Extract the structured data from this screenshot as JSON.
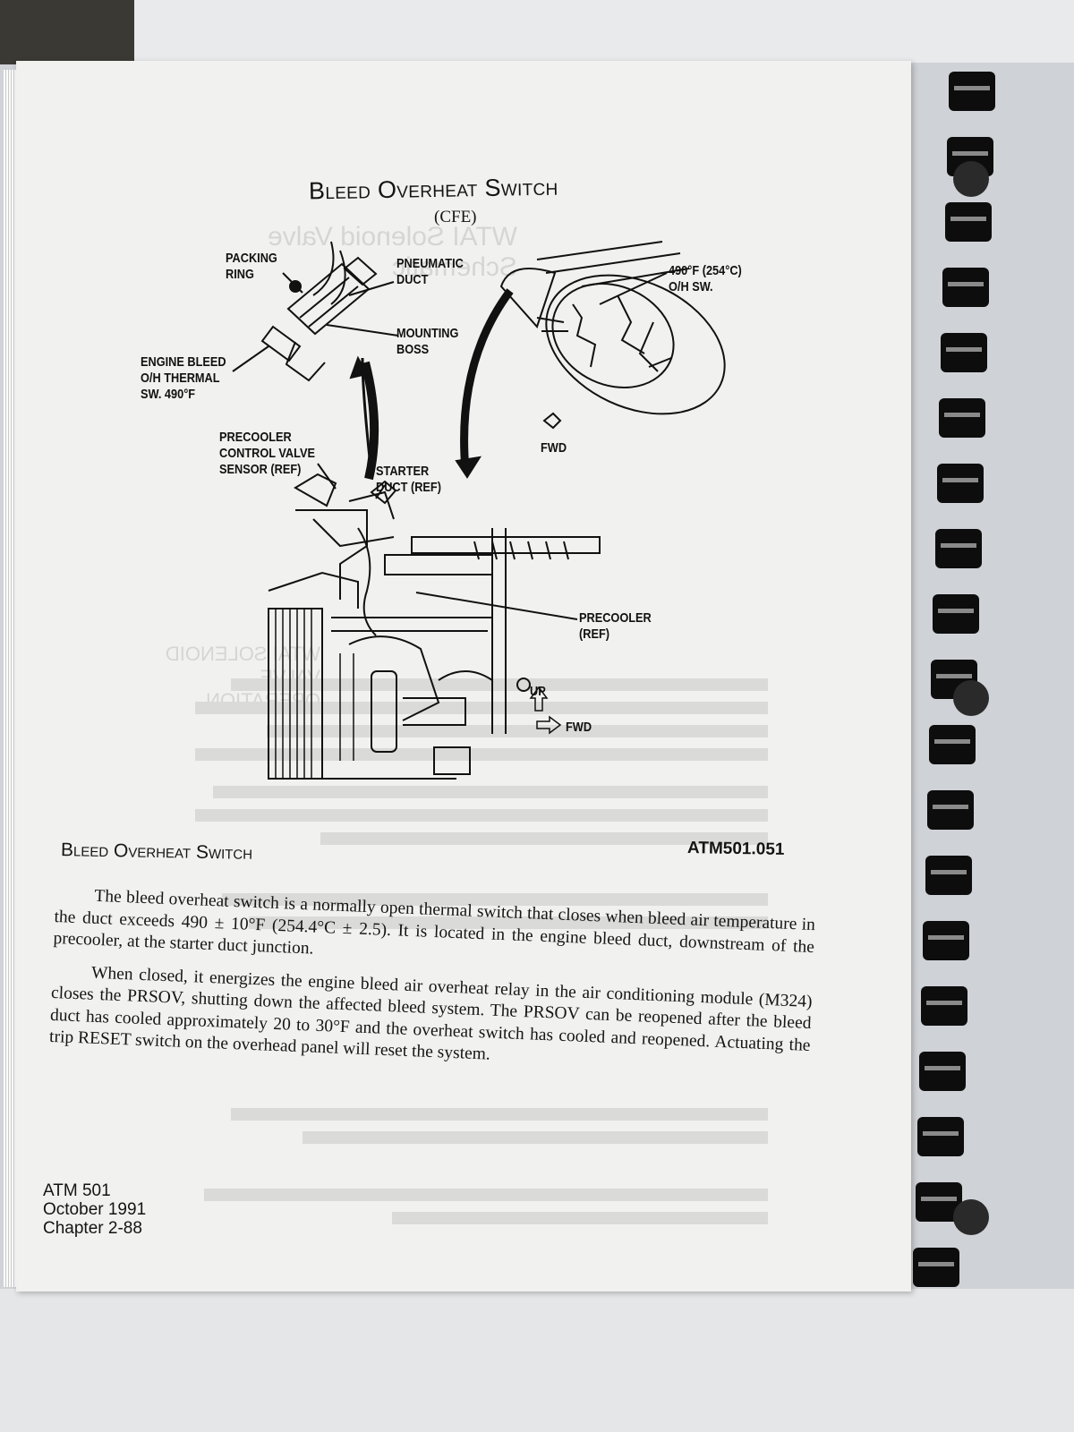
{
  "document": {
    "title": "Bleed Overheat Switch",
    "subtitle": "(CFE)",
    "figure_labels": {
      "packing_ring": [
        "PACKING",
        "RING"
      ],
      "pneumatic_duct": [
        "PNEUMATIC",
        "DUCT"
      ],
      "mounting_boss": [
        "MOUNTING",
        "BOSS"
      ],
      "engine_bleed_switch": [
        "ENGINE BLEED",
        "O/H THERMAL",
        "SW. 490°F"
      ],
      "oh_switch_rating": [
        "490°F (254°C)",
        "O/H SW."
      ],
      "precooler_control_valve_sensor": [
        "PRECOOLER",
        "CONTROL VALVE",
        "SENSOR (REF)"
      ],
      "starter_duct": [
        "STARTER",
        "DUCT (REF)"
      ],
      "fwd_upper": "FWD",
      "precooler": [
        "PRECOOLER",
        "(REF)"
      ],
      "up": "UP",
      "fwd_lower": "FWD"
    },
    "figure_ref": "ATM501.051",
    "section_heading": "Bleed Overheat Switch",
    "paragraphs": [
      "The bleed overheat switch is a normally open thermal switch that closes when bleed air temperature in the duct exceeds 490 ± 10°F (254.4°C ± 2.5). It is located in the engine bleed duct, downstream of the precooler, at the starter duct junction.",
      "When closed, it energizes the engine bleed air overheat relay in the air conditioning module (M324) closes the PRSOV, shutting down the affected bleed system. The PRSOV can be reopened after the bleed duct has cooled approximately 20 to 30°F and the overheat switch has cooled and reopened. Actuating the trip RESET switch on the overhead panel will reset the system."
    ],
    "footer": [
      "ATM 501",
      "October 1991",
      "Chapter 2-88"
    ],
    "bleed_through": {
      "title": "WTAI Solenoid Valve Schematic",
      "heading": "WTAI SOLENOID VALVE OPERATION"
    }
  }
}
